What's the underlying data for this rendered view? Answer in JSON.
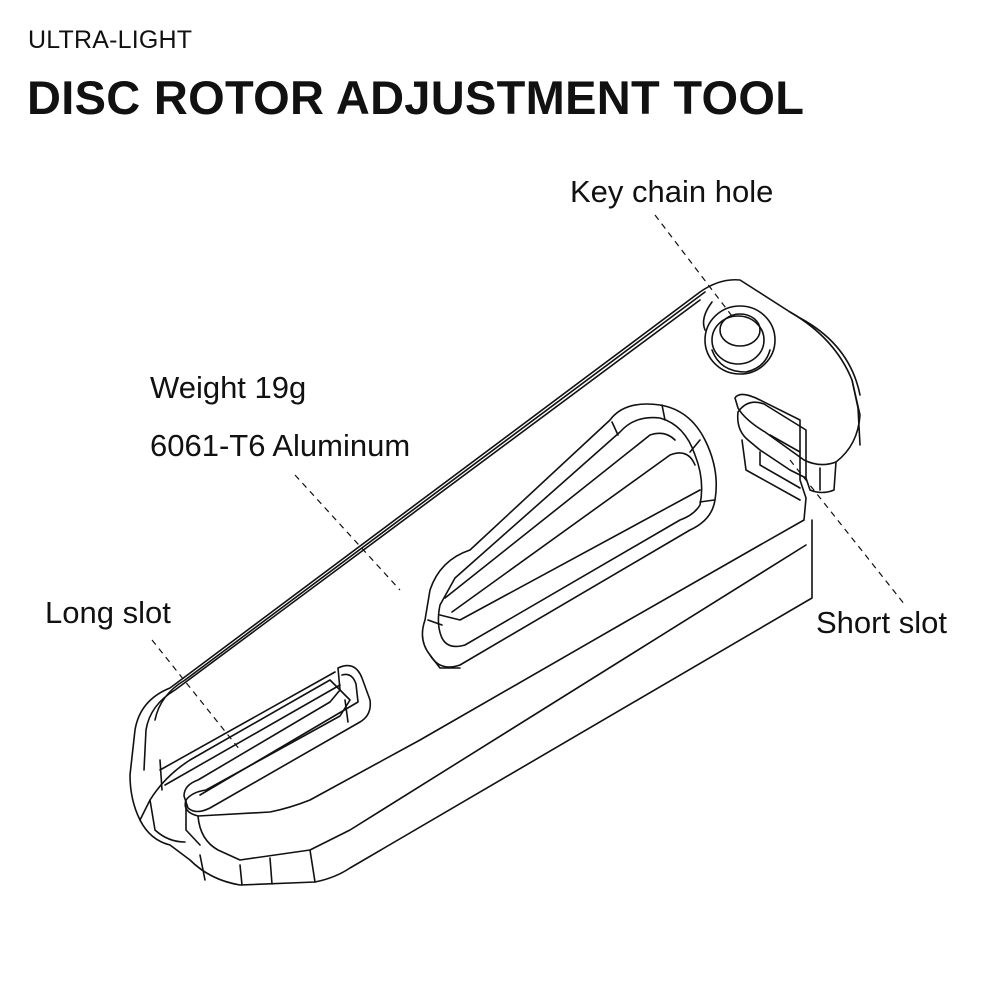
{
  "header": {
    "subtitle": "ULTRA-LIGHT",
    "title": "DISC ROTOR ADJUSTMENT TOOL"
  },
  "callouts": {
    "key_chain_hole": "Key chain hole",
    "weight": "Weight 19g",
    "material": "6061-T6 Aluminum",
    "long_slot": "Long slot",
    "short_slot": "Short slot"
  },
  "colors": {
    "line": "#111111",
    "background": "#ffffff"
  }
}
